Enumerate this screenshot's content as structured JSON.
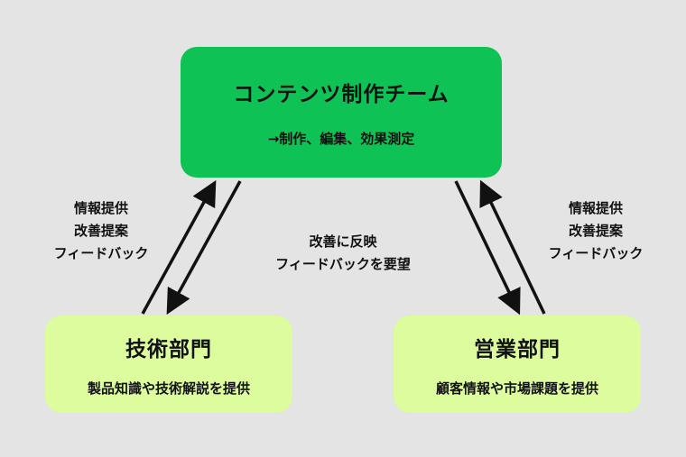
{
  "team": {
    "title": "コンテンツ制作チーム",
    "subtitle": "→制作、編集、効果測定"
  },
  "tech": {
    "title": "技術部門",
    "subtitle": "製品知識や技術解説を提供"
  },
  "sales": {
    "title": "営業部門",
    "subtitle": "顧客情報や市場課題を提供"
  },
  "left_label": {
    "line1": "情報提供",
    "line2": "改善提案",
    "line3": "フィードバック"
  },
  "right_label": {
    "line1": "情報提供",
    "line2": "改善提案",
    "line3": "フィードバック"
  },
  "center_label": {
    "line1": "改善に反映",
    "line2": "フィードバックを要望"
  },
  "colors": {
    "team_box": "#0ec256",
    "dept_box": "#dcfc9e",
    "background": "#e4e4e4",
    "arrow": "#111111"
  }
}
